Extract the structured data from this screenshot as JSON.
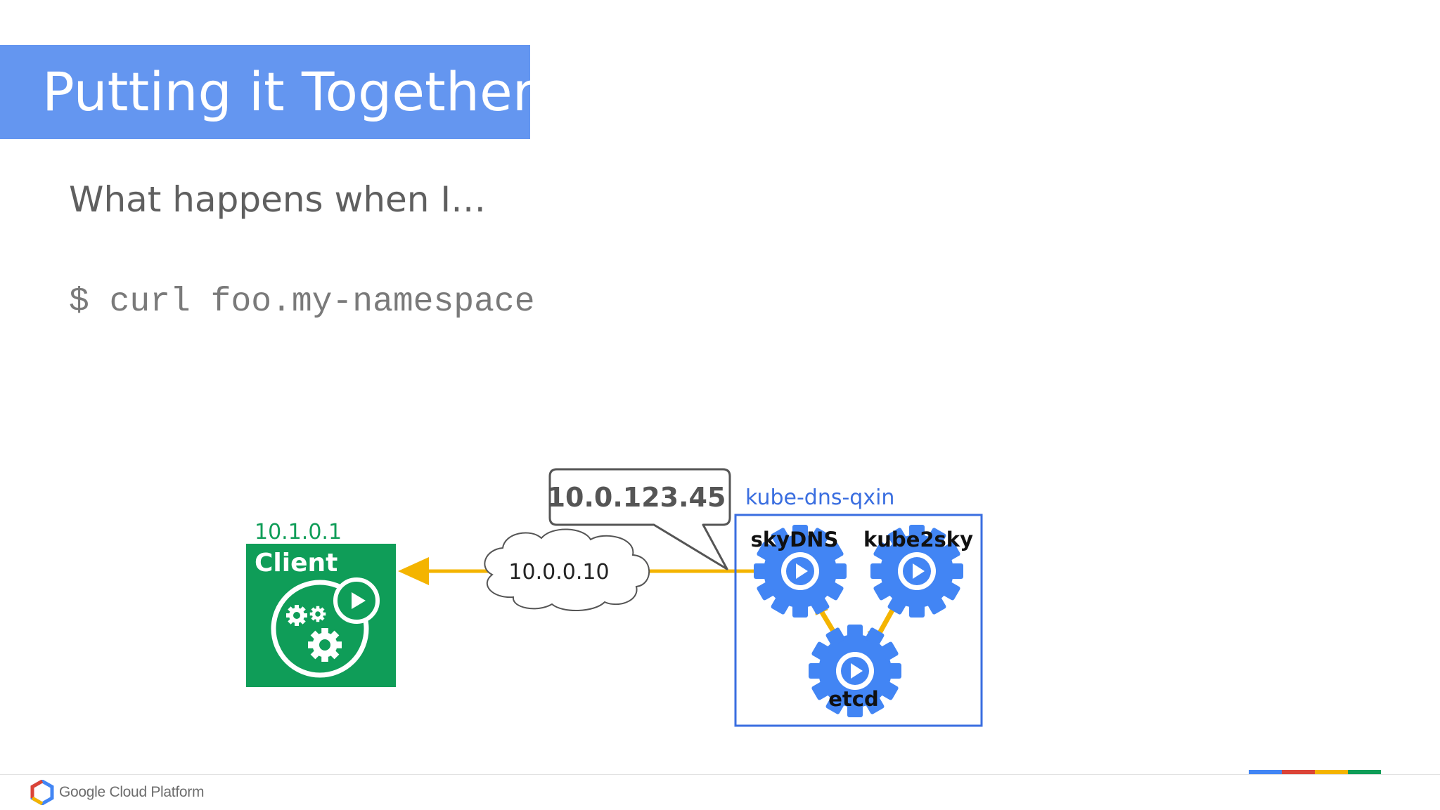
{
  "slide": {
    "title": "Putting it Together",
    "subtitle": "What happens when I…",
    "command": "$ curl foo.my-namespace"
  },
  "diagram": {
    "client": {
      "ip": "10.1.0.1",
      "label": "Client"
    },
    "service_ip": "10.0.0.10",
    "callout": "10.0.123.45",
    "pod": {
      "name": "kube-dns-qxin",
      "containers": [
        "skyDNS",
        "kube2sky",
        "etcd"
      ]
    }
  },
  "footer": {
    "brand": "Google Cloud Platform"
  },
  "colors": {
    "title_bar": "#6496f0",
    "client_green": "#0f9d58",
    "gear_blue": "#4285f4",
    "pod_border": "#3a6ee0",
    "arrow_yellow": "#f4b400",
    "google_red": "#db4437"
  },
  "icons": [
    "client-gears-icon",
    "play-icon",
    "gear-icon",
    "cloud-icon",
    "google-cloud-logo-icon"
  ]
}
